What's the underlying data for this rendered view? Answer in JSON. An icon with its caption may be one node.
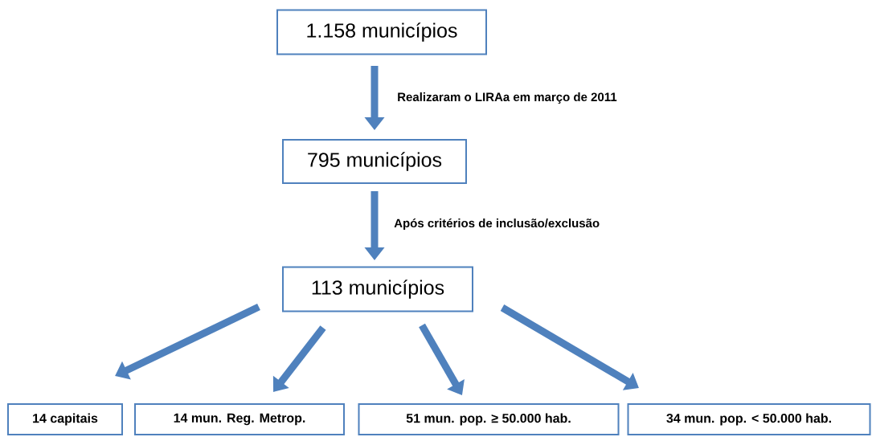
{
  "diagram": {
    "nodes": [
      {
        "text": [
          "1.158 municípios"
        ]
      },
      {
        "text": [
          "795 municípios"
        ]
      },
      {
        "text": [
          "113 municípios"
        ]
      },
      {
        "text": [
          "14 capitais"
        ]
      },
      {
        "text": [
          "14 mun. Reg. Metrop."
        ]
      },
      {
        "text": [
          "51 mun. pop. ≥ 50.000 hab."
        ]
      },
      {
        "text": [
          "34 mun. pop. < 50.000 hab."
        ]
      }
    ],
    "edges": [
      {
        "from": 0,
        "to": 1,
        "arrow": "to",
        "label": "Realizaram o LIRAa em março de 2011"
      },
      {
        "from": 1,
        "to": 2,
        "arrow": "to",
        "label": "Após critérios de inclusão/exclusão"
      },
      {
        "from": 2,
        "to": 3,
        "arrow": "to"
      },
      {
        "from": 2,
        "to": 4,
        "arrow": "to"
      },
      {
        "from": 2,
        "to": 5,
        "arrow": "to"
      },
      {
        "from": 2,
        "to": 6,
        "arrow": "to"
      }
    ]
  }
}
